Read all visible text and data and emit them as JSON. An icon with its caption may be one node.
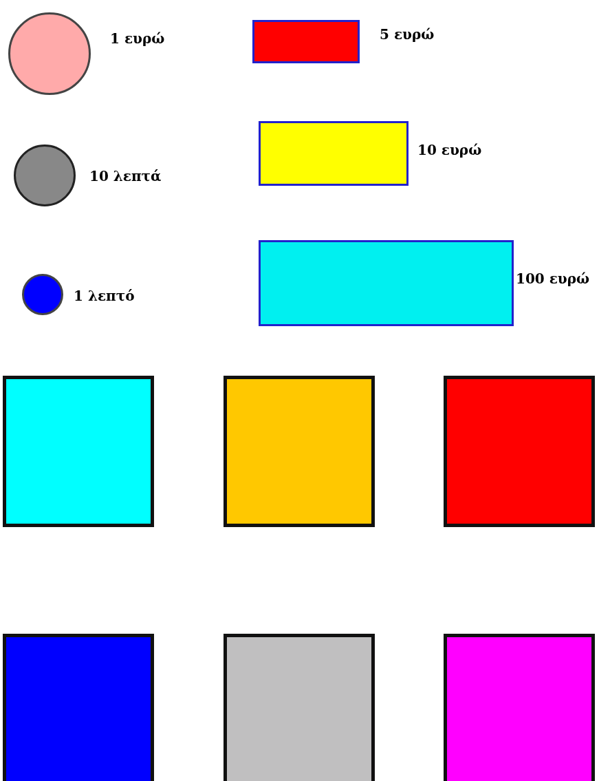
{
  "diagram": {
    "nodes": [
      {
        "text": [],
        "shape": "circle",
        "beside": [
          "1 ευρώ"
        ]
      },
      {
        "text": [],
        "shape": "box",
        "beside": [
          "5 ευρώ"
        ]
      },
      {
        "text": [],
        "shape": "circle",
        "beside": [
          "10 λεπτά"
        ]
      },
      {
        "text": [],
        "shape": "box",
        "beside": [
          "10 ευρώ"
        ]
      },
      {
        "text": [],
        "shape": "circle",
        "beside": [
          "1 λεπτό"
        ]
      },
      {
        "text": [],
        "shape": "box",
        "beside": [
          "100 ευρώ"
        ]
      },
      {
        "text": [],
        "shape": "box"
      },
      {
        "text": [],
        "shape": "box"
      },
      {
        "text": [],
        "shape": "box"
      },
      {
        "text": [],
        "shape": "box"
      },
      {
        "text": [],
        "shape": "box"
      },
      {
        "text": [],
        "shape": "box"
      }
    ]
  }
}
